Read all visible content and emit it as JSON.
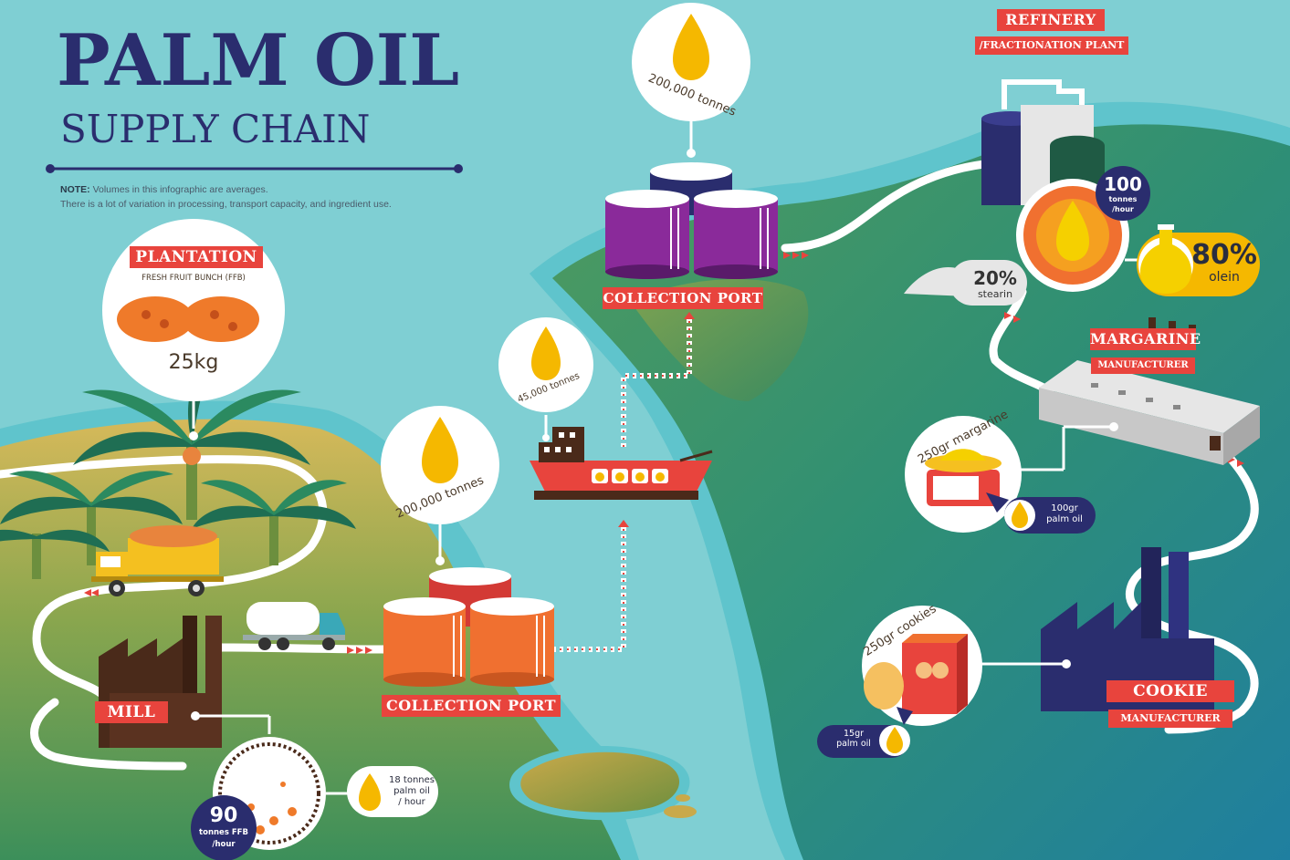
{
  "title": {
    "line1": "PALM OIL",
    "line2": "SUPPLY CHAIN"
  },
  "note": {
    "label": "NOTE:",
    "line1": " Volumes in this infographic are averages.",
    "line2": "There is a lot of variation in processing, transport capacity, and ingredient use."
  },
  "plantation": {
    "label": "PLANTATION",
    "sublabel": "FRESH FRUIT BUNCH (FFB)",
    "weight": "25kg"
  },
  "mill": {
    "label": "MILL",
    "capacity_value": "90",
    "capacity_unit_1": "tonnes FFB",
    "capacity_unit_2": "/hour",
    "output_1": "18 tonnes",
    "output_2": "palm oil",
    "output_3": "/ hour"
  },
  "collection_port_1": {
    "label": "COLLECTION PORT",
    "volume": "200,000 tonnes"
  },
  "ship": {
    "volume": "45,000 tonnes"
  },
  "collection_port_2": {
    "label": "COLLECTION PORT",
    "volume": "200,000 tonnes"
  },
  "refinery": {
    "label": "REFINERY",
    "sublabel": "/FRACTIONATION PLANT",
    "rate_value": "100",
    "rate_unit_1": "tonnes",
    "rate_unit_2": "/hour",
    "stearin_pct": "20%",
    "stearin_label": "stearin",
    "olein_pct": "80%",
    "olein_label": "olein"
  },
  "margarine": {
    "label": "MARGARINE",
    "sublabel": "MANUFACTURER",
    "product": "250gr margarine",
    "oil_1": "100gr",
    "oil_2": "palm oil"
  },
  "cookie": {
    "label": "COOKIE",
    "sublabel": "MANUFACTURER",
    "product": "250gr cookies",
    "oil_1": "15gr",
    "oil_2": "palm oil"
  },
  "colors": {
    "sea": "#7fcfd3",
    "land_green": "#3f9a6a",
    "land_sand": "#c9b25a",
    "ribbon": "#e8443d",
    "navy": "#2a2d6e",
    "oil": "#f5b800"
  }
}
